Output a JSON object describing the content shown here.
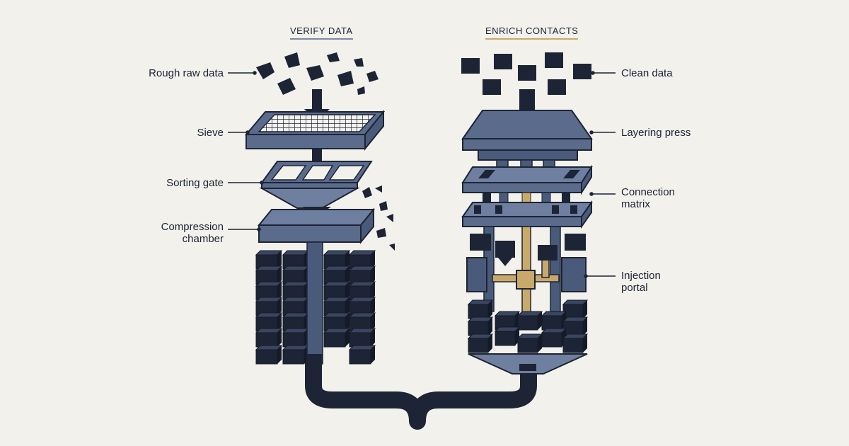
{
  "titles": {
    "left": "VERIFY DATA",
    "right": "ENRICH CONTACTS"
  },
  "labels": {
    "rough_raw_data": "Rough raw data",
    "sieve": "Sieve",
    "sorting_gate": "Sorting gate",
    "compression_chamber_1": "Compression",
    "compression_chamber_2": "chamber",
    "clean_data": "Clean data",
    "layering_press": "Layering press",
    "connection_matrix_1": "Connection",
    "connection_matrix_2": "matrix",
    "injection_portal_1": "Injection",
    "injection_portal_2": "portal"
  },
  "colors": {
    "background": "#f2f1ec",
    "dark_block": "#1d2435",
    "steel": "#5a6b8c",
    "steel_light": "#6e7fa0",
    "accent_gold": "#c9a96a",
    "underline_left": "#7b8aa6",
    "underline_right": "#c9a96a"
  }
}
